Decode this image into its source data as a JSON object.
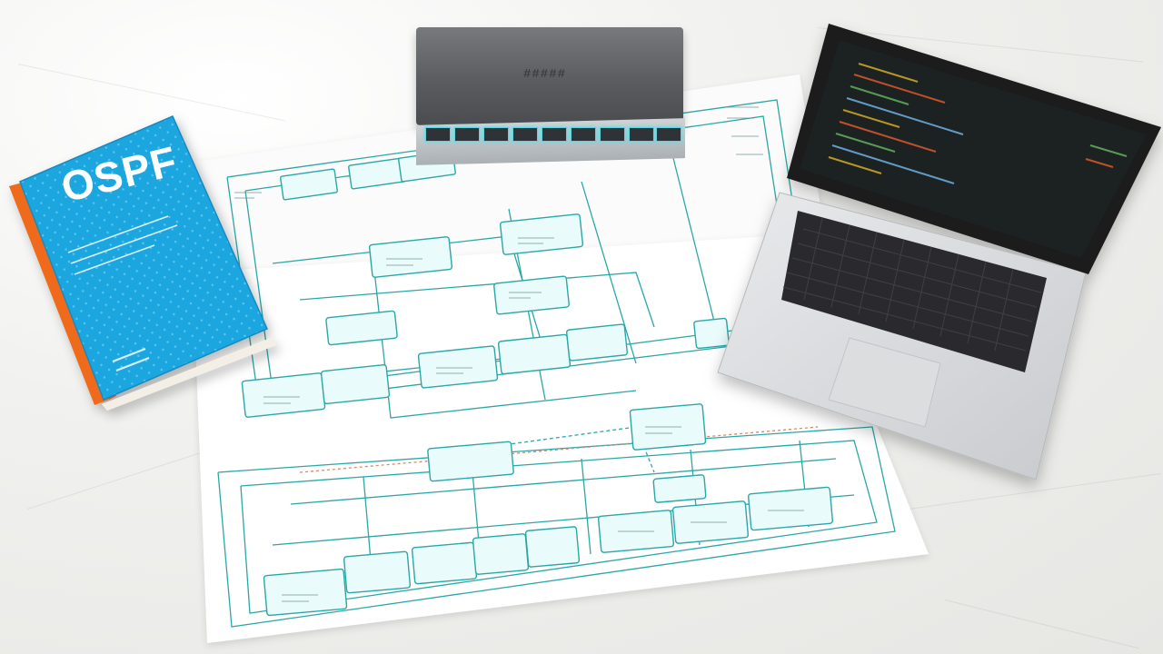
{
  "scene": {
    "description_objects": [
      "book",
      "network-switch",
      "network-diagram",
      "laptop"
    ]
  },
  "book": {
    "title": "OSPF",
    "cover_color": "#1ea6e0",
    "spine_color": "#f06a1e"
  },
  "switch": {
    "logo": "#####",
    "port_glow_color": "#4fe0ee"
  },
  "diagram": {
    "line_color": "#2aa7a7",
    "node_fill": "#e9fbfb"
  },
  "laptop": {
    "screen_color": "#1d2024",
    "code_colors": [
      "#c9a227",
      "#d2542c",
      "#5fa85a",
      "#6aa8d8"
    ]
  }
}
